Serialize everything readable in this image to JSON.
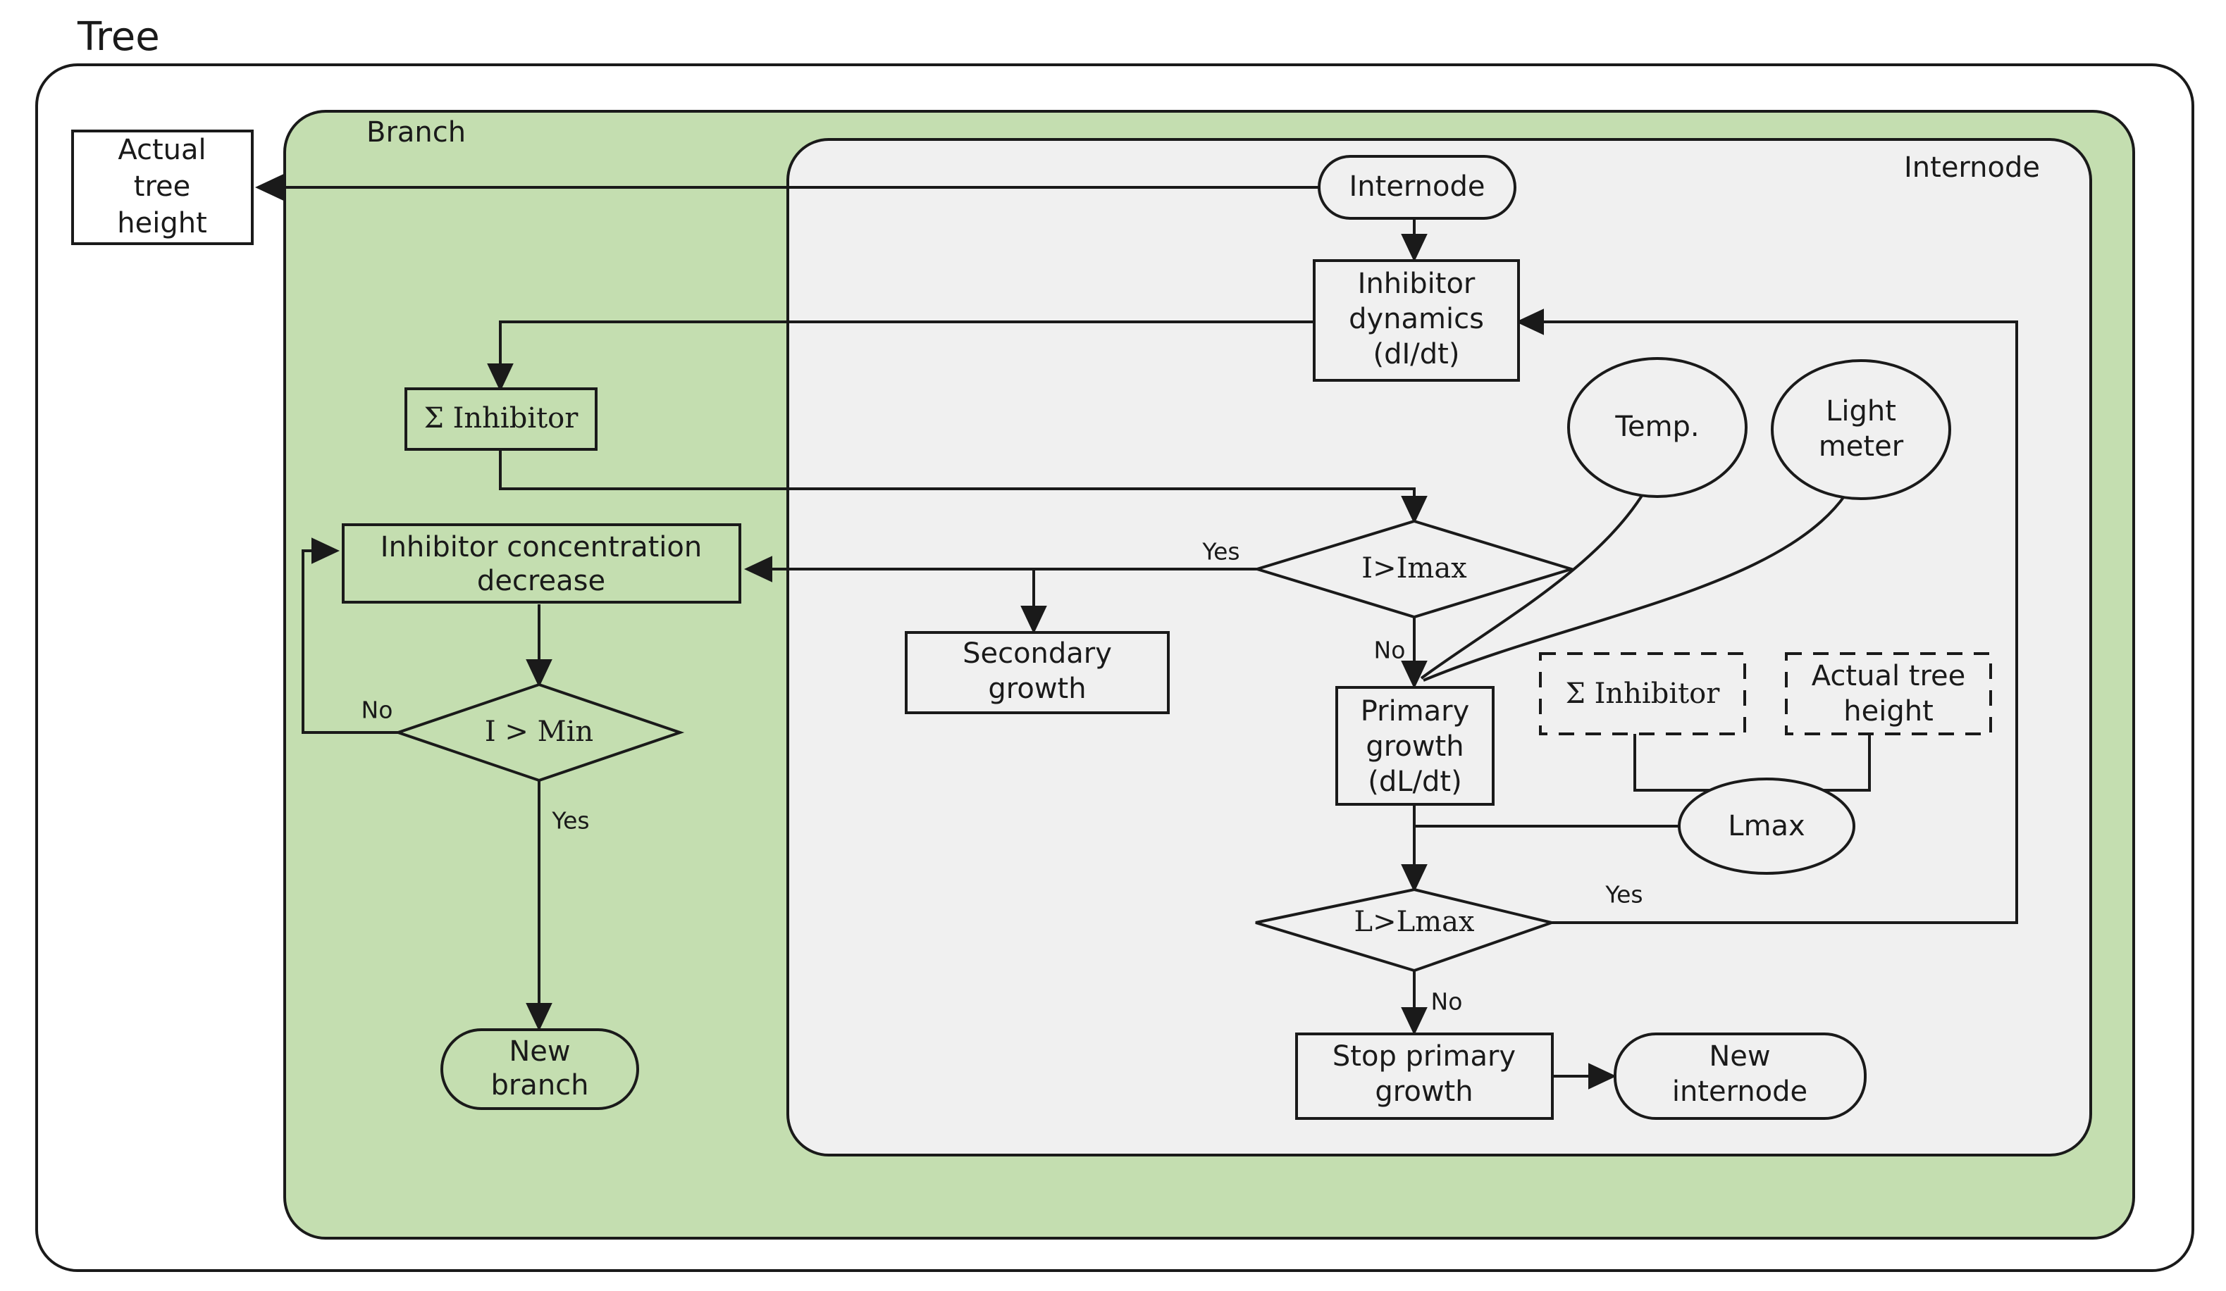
{
  "title": "Tree",
  "containers": [
    {
      "id": "tree",
      "label": "Tree",
      "label_pos": "outside-top-left",
      "fill": "#ffffff"
    },
    {
      "id": "branch",
      "label": "Branch",
      "label_pos": "inside-top-left",
      "fill": "#c4deb0"
    },
    {
      "id": "internode",
      "label": "Internode",
      "label_pos": "inside-top-right",
      "fill": "#f0f0f0"
    }
  ],
  "nodes": {
    "actual_tree_height": {
      "label": "Actual\ntree\nheight",
      "shape": "rect"
    },
    "sum_inhibitor_branch": {
      "label": "Σ Inhibitor",
      "shape": "rect"
    },
    "inhibitor_conc_dec": {
      "label": "Inhibitor concentration\ndecrease",
      "shape": "rect"
    },
    "i_gt_min": {
      "label": "I > Min",
      "shape": "diamond"
    },
    "new_branch": {
      "label": "New\nbranch",
      "shape": "stadium"
    },
    "internode_start": {
      "label": "Internode",
      "shape": "stadium"
    },
    "inhibitor_dynamics": {
      "label": "Inhibitor\ndynamics\n(dI/dt)",
      "shape": "rect"
    },
    "temp": {
      "label": "Temp.",
      "shape": "ellipse"
    },
    "light_meter": {
      "label": "Light\nmeter",
      "shape": "ellipse"
    },
    "i_gt_imax": {
      "label": "I>Imax",
      "shape": "diamond"
    },
    "secondary_growth": {
      "label": "Secondary\ngrowth",
      "shape": "rect"
    },
    "primary_growth": {
      "label": "Primary\ngrowth\n(dL/dt)",
      "shape": "rect"
    },
    "sum_inhibitor_ref": {
      "label": "Σ Inhibitor",
      "shape": "rect-dashed"
    },
    "actual_tree_height_ref": {
      "label": "Actual tree\nheight",
      "shape": "rect-dashed"
    },
    "lmax": {
      "label": "Lmax",
      "shape": "ellipse"
    },
    "l_gt_lmax": {
      "label": "L>Lmax",
      "shape": "diamond"
    },
    "stop_primary_growth": {
      "label": "Stop primary\ngrowth",
      "shape": "rect"
    },
    "new_internode": {
      "label": "New\ninternode",
      "shape": "stadium"
    }
  },
  "edge_labels": {
    "imax_yes": "Yes",
    "imax_no": "No",
    "imin_no": "No",
    "imin_yes": "Yes",
    "lmax_yes": "Yes",
    "lmax_no": "No"
  },
  "edges": [
    {
      "from": "internode_start",
      "to": "actual_tree_height",
      "label": ""
    },
    {
      "from": "internode_start",
      "to": "inhibitor_dynamics",
      "label": ""
    },
    {
      "from": "inhibitor_dynamics",
      "to": "sum_inhibitor_branch",
      "label": ""
    },
    {
      "from": "sum_inhibitor_branch",
      "to": "i_gt_imax",
      "label": ""
    },
    {
      "from": "i_gt_imax",
      "to": "inhibitor_conc_dec",
      "label": "Yes"
    },
    {
      "from": "i_gt_imax",
      "to": "secondary_growth",
      "label": "Yes"
    },
    {
      "from": "i_gt_imax",
      "to": "primary_growth",
      "label": "No"
    },
    {
      "from": "temp",
      "to": "primary_growth",
      "label": ""
    },
    {
      "from": "light_meter",
      "to": "primary_growth",
      "label": ""
    },
    {
      "from": "inhibitor_conc_dec",
      "to": "i_gt_min",
      "label": ""
    },
    {
      "from": "i_gt_min",
      "to": "inhibitor_conc_dec",
      "label": "No"
    },
    {
      "from": "i_gt_min",
      "to": "new_branch",
      "label": "Yes"
    },
    {
      "from": "sum_inhibitor_ref",
      "to": "lmax",
      "label": ""
    },
    {
      "from": "actual_tree_height_ref",
      "to": "lmax",
      "label": ""
    },
    {
      "from": "primary_growth",
      "to": "l_gt_lmax",
      "label": ""
    },
    {
      "from": "lmax",
      "to": "l_gt_lmax",
      "label": ""
    },
    {
      "from": "l_gt_lmax",
      "to": "inhibitor_dynamics",
      "label": "Yes"
    },
    {
      "from": "l_gt_lmax",
      "to": "stop_primary_growth",
      "label": "No"
    },
    {
      "from": "stop_primary_growth",
      "to": "new_internode",
      "label": ""
    }
  ],
  "colors": {
    "branch_fill": "#c4deb0",
    "internode_fill": "#f0f0f0",
    "tree_fill": "#ffffff",
    "stroke": "#1a1a1a"
  }
}
